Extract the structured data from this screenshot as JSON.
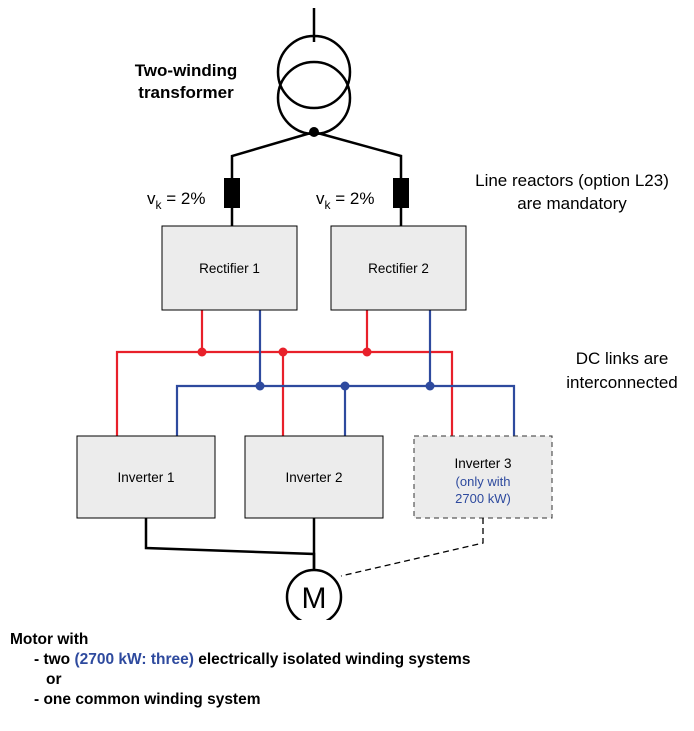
{
  "transformer": {
    "label_line1": "Two-winding",
    "label_line2": "transformer"
  },
  "reactor_left": {
    "prefix": "v",
    "subscript": "k",
    "value": " = 2%"
  },
  "reactor_right": {
    "prefix": "v",
    "subscript": "k",
    "value": " = 2%"
  },
  "reactor_note": {
    "line1": "Line reactors (option L23)",
    "line2": "are mandatory"
  },
  "rectifiers": [
    {
      "label": "Rectifier 1"
    },
    {
      "label": "Rectifier 2"
    }
  ],
  "dc_note": {
    "line1": "DC links are",
    "line2": "interconnected"
  },
  "inverters": [
    {
      "label": "Inverter 1"
    },
    {
      "label": "Inverter 2"
    },
    {
      "label": "Inverter 3",
      "note_line1": "(only with",
      "note_line2": "2700 kW)"
    }
  ],
  "motor": {
    "label": "M"
  },
  "notes": {
    "heading": "Motor with",
    "item1_prefix": "- two ",
    "item1_highlight": "(2700 kW: three)",
    "item1_suffix": " electrically isolated winding systems",
    "or": "or",
    "item2": "- one common winding system"
  },
  "colors": {
    "dc_positive": "#e8202a",
    "dc_negative": "#2e4a9e",
    "optional_text": "#2e4a9e",
    "box_fill": "#ececec"
  }
}
